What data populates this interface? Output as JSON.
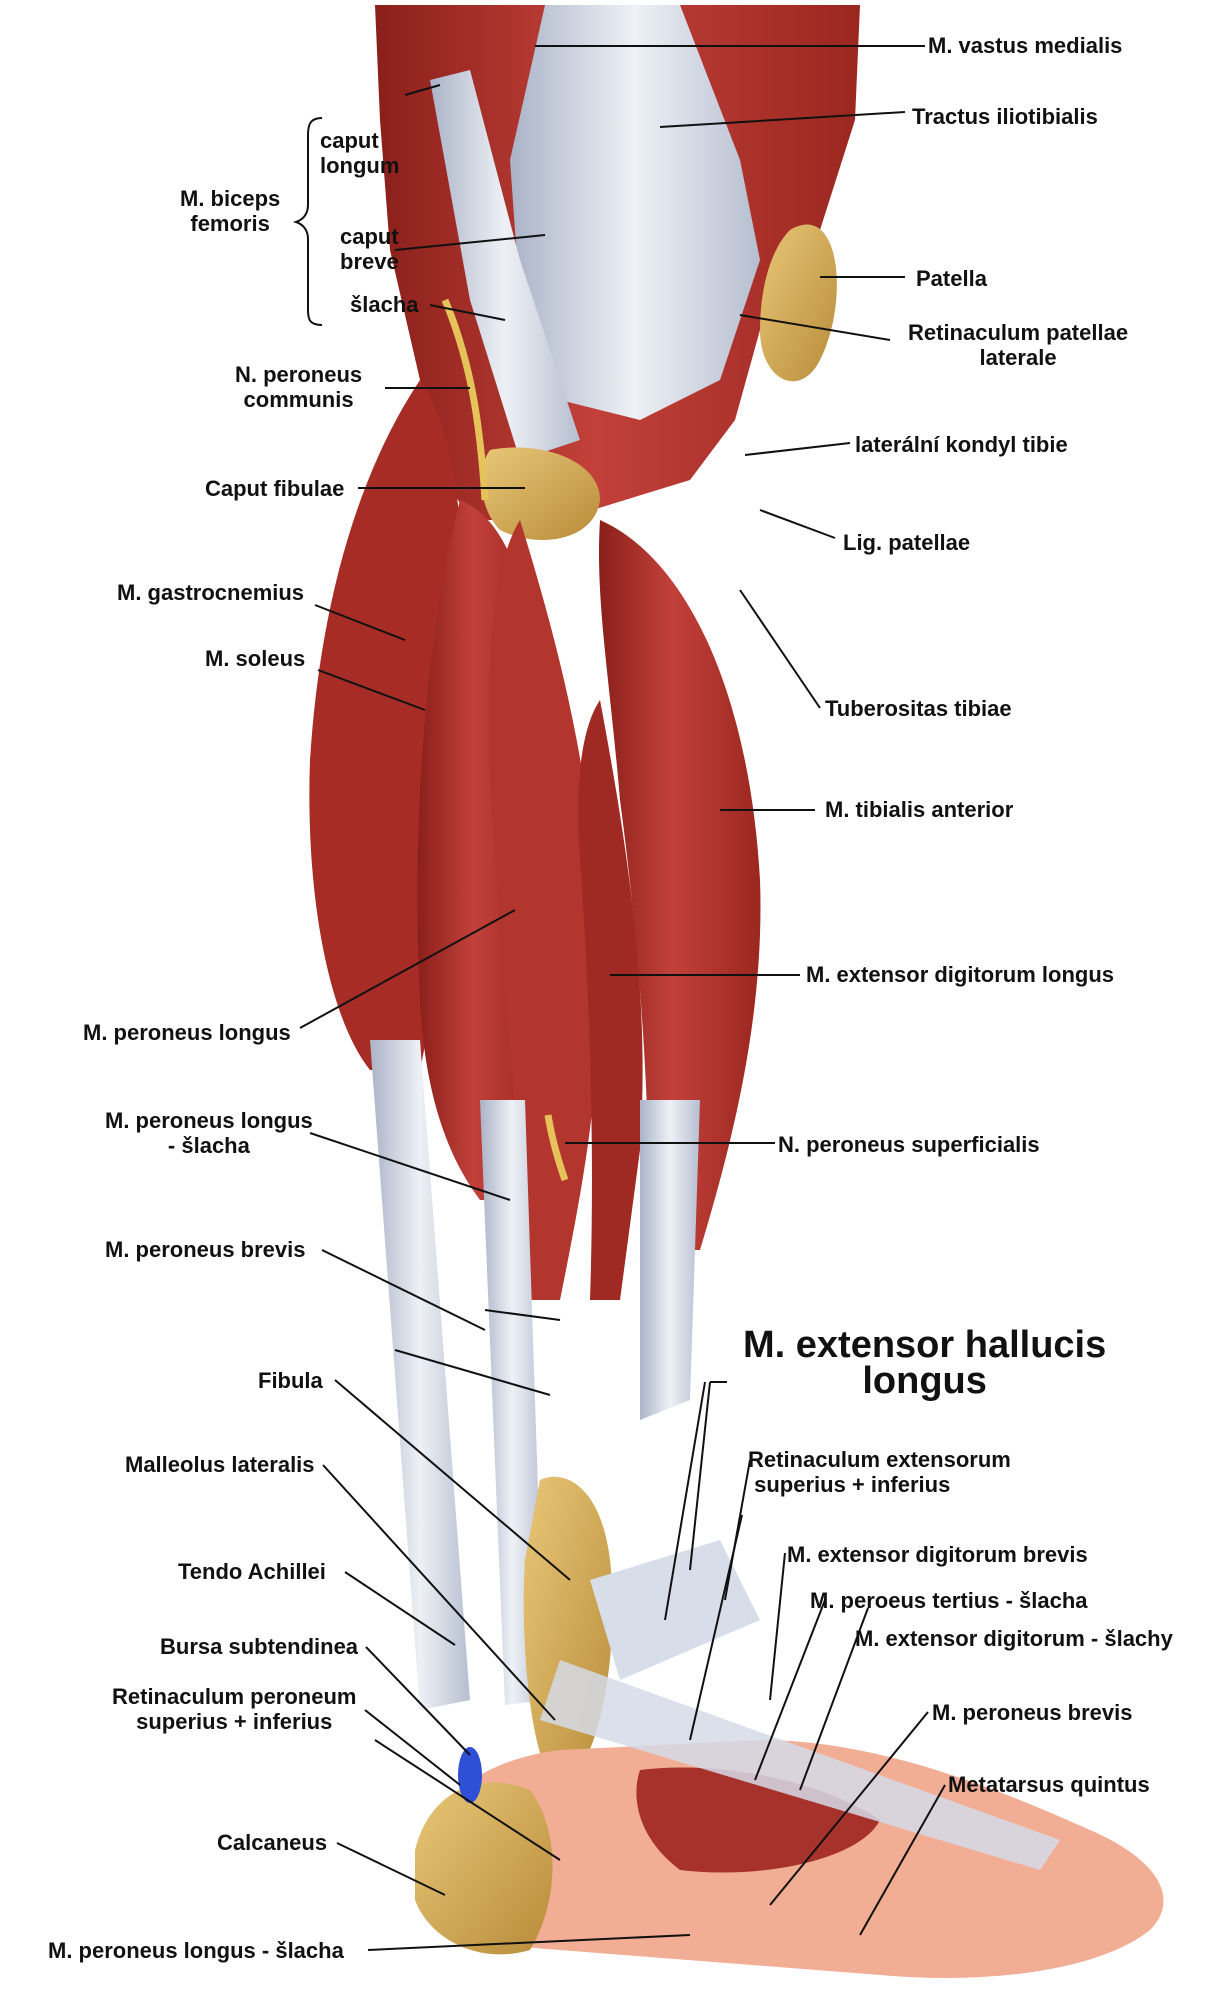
{
  "colors": {
    "background": "#ffffff",
    "muscle": "#b7332b",
    "muscle_dark": "#8a1f1a",
    "tendon": "#d6dce8",
    "bone": "#d8b25a",
    "skin": "#f3a28c",
    "nerve": "#e6c25a",
    "bursa": "#2e4fd6",
    "leader_line": "#111111",
    "label_text": "#111111"
  },
  "labels": {
    "vastus_medialis": "M. vastus medialis",
    "tractus_iliotibialis": "Tractus iliotibialis",
    "biceps_femoris": "M. biceps\nfemoris",
    "caput_longum": "caput\nlongum",
    "caput_breve": "caput\nbreve",
    "slacha": "šlacha",
    "patella": "Patella",
    "retinaculum_patellae": "Retinaculum patellae\nlaterale",
    "peroneus_communis": "N. peroneus\ncommunis",
    "lateral_condyle": "laterální kondyl tibie",
    "caput_fibulae": "Caput fibulae",
    "lig_patellae": "Lig. patellae",
    "gastrocnemius": "M. gastrocnemius",
    "soleus": "M. soleus",
    "tuberositas_tibiae": "Tuberositas tibiae",
    "tibialis_anterior": "M. tibialis anterior",
    "extensor_digitorum_longus": "M. extensor digitorum longus",
    "peroneus_longus": "M. peroneus longus",
    "peroneus_longus_slacha": "M. peroneus longus\n- šlacha",
    "peroneus_superficialis": "N. peroneus superficialis",
    "peroneus_brevis": "M. peroneus brevis",
    "extensor_hallucis_longus": "M. extensor hallucis\nlongus",
    "fibula": "Fibula",
    "retinaculum_extensorum": "Retinaculum extensorum\n superius + inferius",
    "malleolus_lateralis": "Malleolus lateralis",
    "extensor_digitorum_brevis": "M. extensor digitorum brevis",
    "tendo_achillei": "Tendo Achillei",
    "peroeus_tertius": "M. peroeus tertius - šlacha",
    "bursa_subtendinea": "Bursa subtendinea",
    "extensor_digitorum_slachy": "M. extensor digitorum - šlachy",
    "retinaculum_peroneum": "Retinaculum peroneum\nsuperius + inferius",
    "peroneus_brevis_foot": "M. peroneus brevis",
    "metatarsus_quintus": "Metatarsus quintus",
    "calcaneus": "Calcaneus",
    "peroneus_longus_slacha_foot": "M. peroneus longus - šlacha"
  }
}
